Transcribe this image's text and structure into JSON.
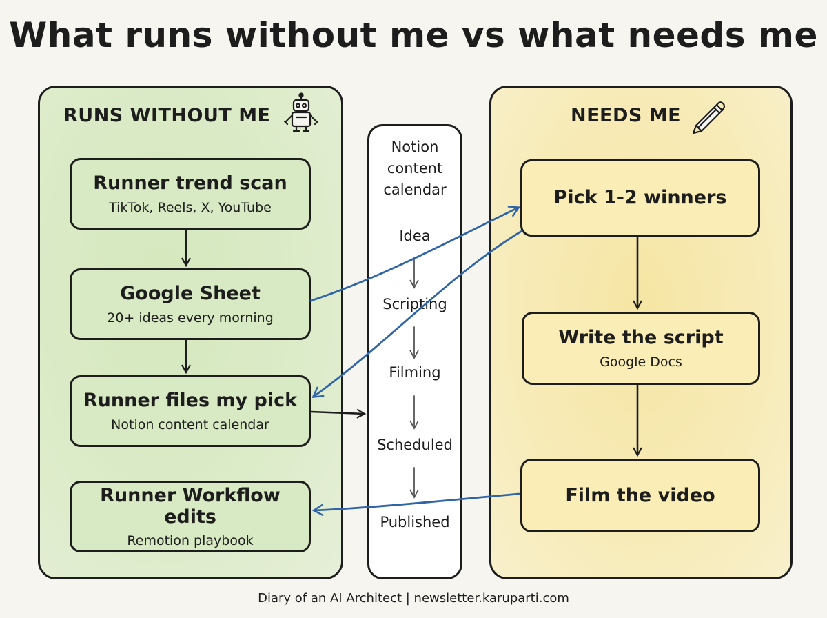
{
  "title": "What runs without me vs what needs me",
  "left_panel": {
    "title": "RUNS WITHOUT ME",
    "icon": "robot-icon",
    "nodes": [
      {
        "title": "Runner trend scan",
        "subtitle": "TikTok, Reels, X, YouTube"
      },
      {
        "title": "Google Sheet",
        "subtitle": "20+ ideas every morning"
      },
      {
        "title": "Runner files my pick",
        "subtitle": "Notion content calendar"
      },
      {
        "title": "Runner Workflow edits",
        "subtitle": "Remotion playbook"
      }
    ]
  },
  "calendar": {
    "title": "Notion\ncontent\ncalendar",
    "stages": [
      "Idea",
      "Scripting",
      "Filming",
      "Scheduled",
      "Published"
    ]
  },
  "right_panel": {
    "title": "NEEDS ME",
    "icon": "pencil-icon",
    "nodes": [
      {
        "title": "Pick 1-2 winners",
        "subtitle": ""
      },
      {
        "title": "Write the script",
        "subtitle": "Google Docs"
      },
      {
        "title": "Film the video",
        "subtitle": ""
      }
    ]
  },
  "footer": "Diary of an AI Architect  |  newsletter.karuparti.com",
  "colors": {
    "left_panel_bg": "#dcebc8",
    "right_panel_bg": "#f7ebb8",
    "cross_arrow": "#2f65a8",
    "ink": "#1d1d1d"
  }
}
